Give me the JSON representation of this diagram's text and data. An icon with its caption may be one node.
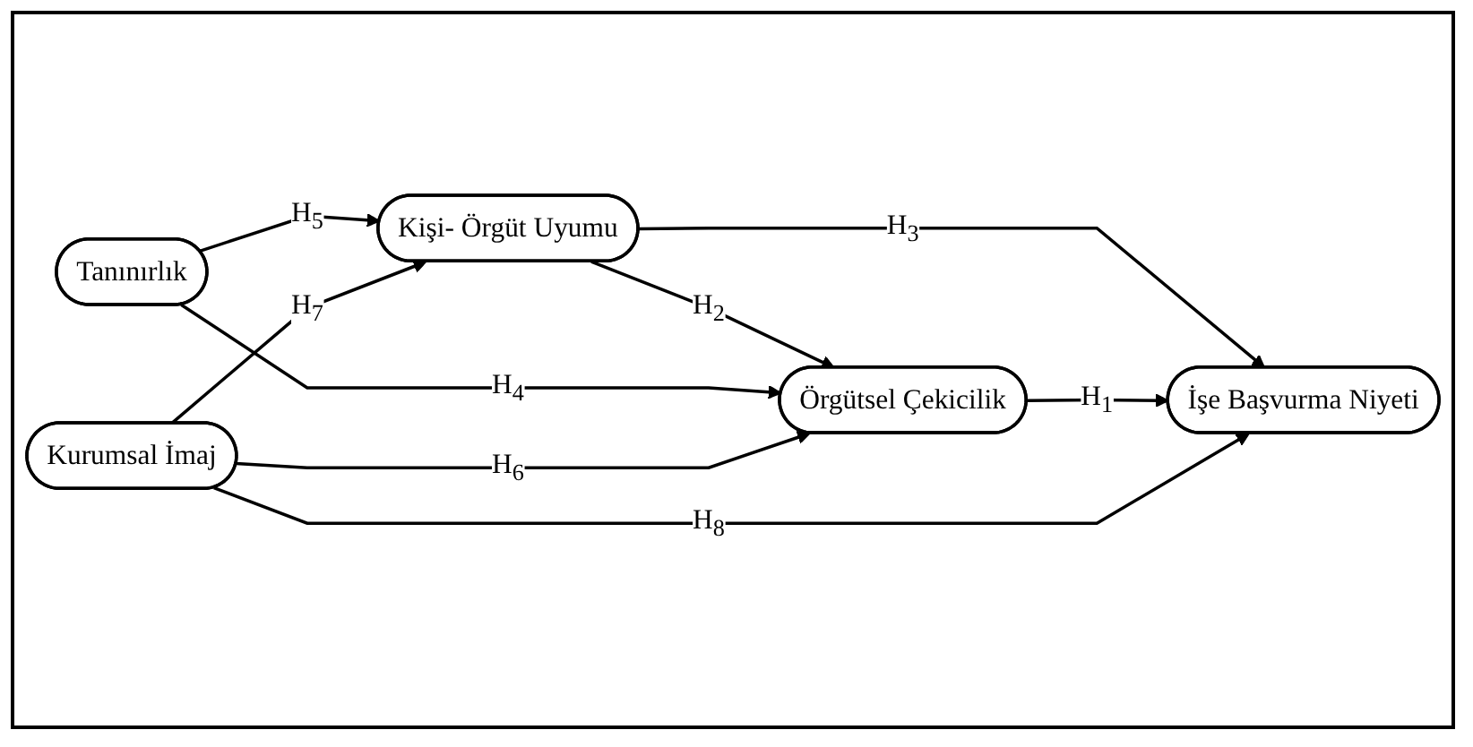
{
  "diagram": {
    "nodes": [
      {
        "text": [
          "Kişi- Örgüt Uyumu"
        ]
      },
      {
        "text": [
          "Örgütsel Çekicilik"
        ]
      },
      {
        "text": [
          "İşe Başvurma Niyeti"
        ]
      },
      {
        "text": [
          "Tanınırlık"
        ]
      },
      {
        "text": [
          "Kurumsal İmaj"
        ]
      }
    ],
    "edges": [
      {
        "from": 0,
        "to": 2,
        "arrow": "to",
        "label": "H$_{3}$"
      },
      {
        "from": 0,
        "to": 1,
        "arrow": "to",
        "label": "H$_{2}$"
      },
      {
        "from": 1,
        "to": 2,
        "arrow": "to",
        "label": "H$_{1}$"
      },
      {
        "from": 3,
        "to": 0,
        "arrow": "to",
        "label": "H$_{5}$"
      },
      {
        "from": 3,
        "to": 1,
        "arrow": "to",
        "label": "H$_{4}$"
      },
      {
        "from": 4,
        "to": 0,
        "arrow": "to",
        "label": "H$_{7}$"
      },
      {
        "from": 4,
        "to": 1,
        "arrow": "to",
        "label": "H$_{6}$"
      },
      {
        "from": 4,
        "to": 2,
        "arrow": "to",
        "label": "H$_{8}$"
      }
    ]
  }
}
